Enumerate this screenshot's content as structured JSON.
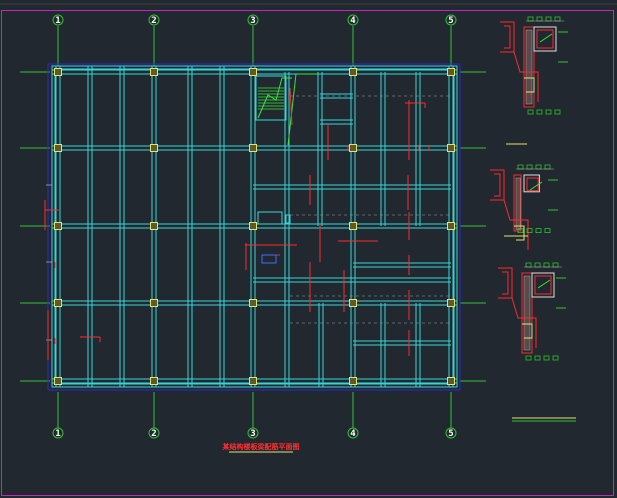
{
  "drawing": {
    "title": "某结构楼板梁配筋平面图",
    "axes": [
      "1",
      "2",
      "3",
      "4",
      "5"
    ]
  },
  "colors": {
    "background": "#212830",
    "frame": "#c026c0",
    "beam": "#36d6d6",
    "column": "#e8e070",
    "rebar": "#ff2a2a",
    "axis_line": "#2ec42e",
    "outline": "#2a2ad0",
    "stair": "#39e639",
    "title": "#ff3030"
  },
  "icons": [
    "axis-bubble-icon",
    "column-icon"
  ]
}
